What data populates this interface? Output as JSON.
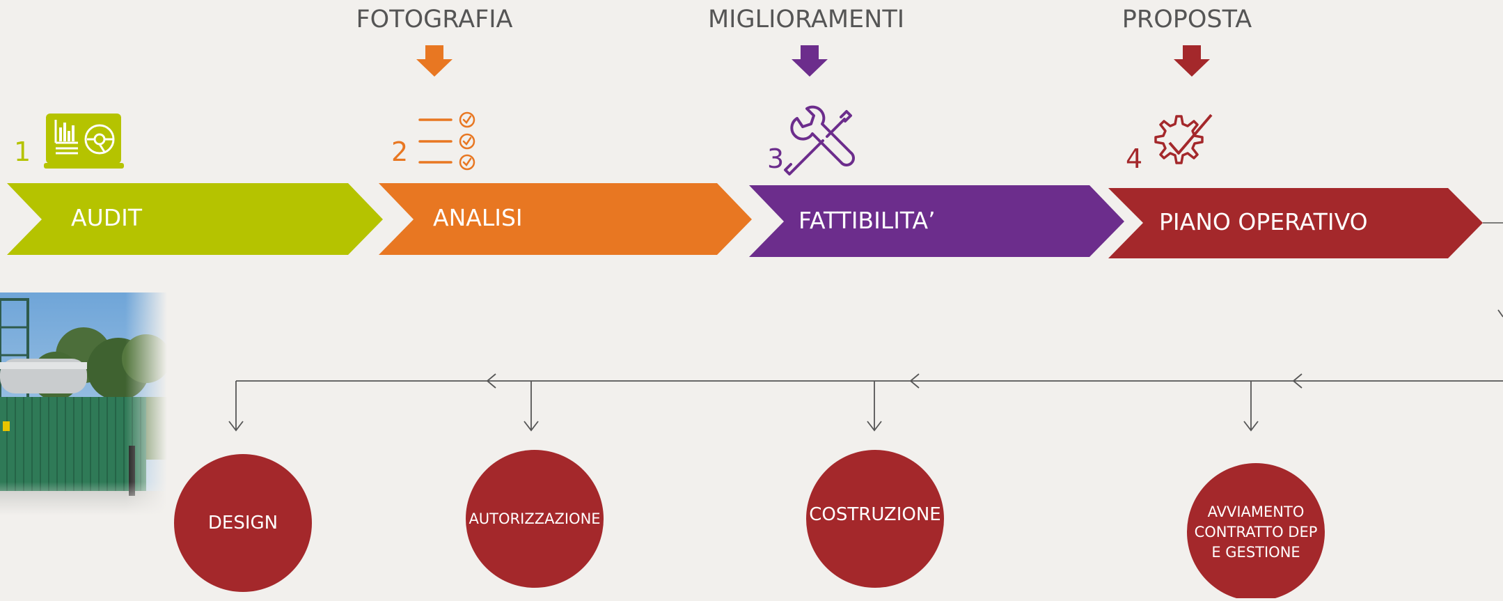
{
  "top_labels": {
    "fotografia": "FOTOGRAFIA",
    "miglioramenti": "MIGLIORAMENTI",
    "proposta": "PROPOSTA"
  },
  "steps": [
    {
      "number": "1",
      "label": "AUDIT",
      "color": "#b5c300",
      "icon": "laptop-chart-icon"
    },
    {
      "number": "2",
      "label": "ANALISI",
      "color": "#e87722",
      "icon": "checklist-icon"
    },
    {
      "number": "3",
      "label": "FATTIBILITA’",
      "color": "#6c2d8c",
      "icon": "wrench-screwdriver-icon"
    },
    {
      "number": "4",
      "label": "PIANO OPERATIVO",
      "color": "#a4282b",
      "icon": "gear-check-icon"
    }
  ],
  "phases": [
    {
      "label": "DESIGN"
    },
    {
      "label": "AUTORIZZAZIONE"
    },
    {
      "label": "COSTRUZIONE"
    },
    {
      "label": "AVVIAMENTO\nCONTRATTO DEP\nE GESTIONE"
    }
  ],
  "colors": {
    "background": "#f2f0ed",
    "circle": "#a4282b",
    "connector": "#555555"
  }
}
